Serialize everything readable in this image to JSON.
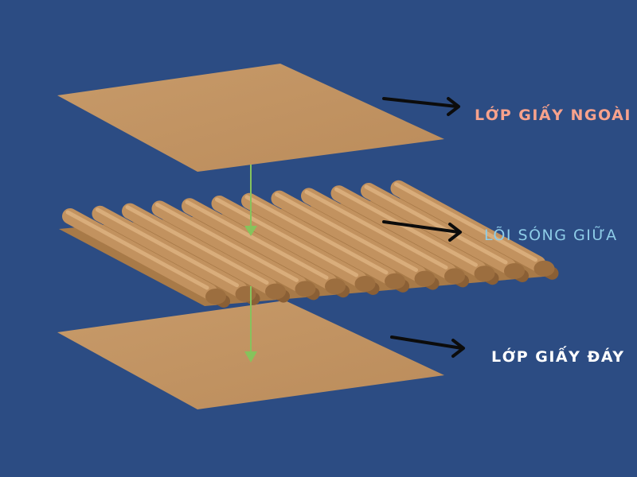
{
  "layers": [
    {
      "label": "LỚP GIẤY NGOÀI",
      "color": "#f8a28c"
    },
    {
      "label": "LÕI SÓNG GIỮA",
      "color": "#8ecde8"
    },
    {
      "label": "LỚP GIẤY ĐÁY",
      "color": "#ffffff"
    }
  ],
  "colors": {
    "background": "#2c4c83",
    "paper": "#c39463",
    "flow_arrow": "#86c35c",
    "pointer_arrow": "#0c0c0c"
  }
}
